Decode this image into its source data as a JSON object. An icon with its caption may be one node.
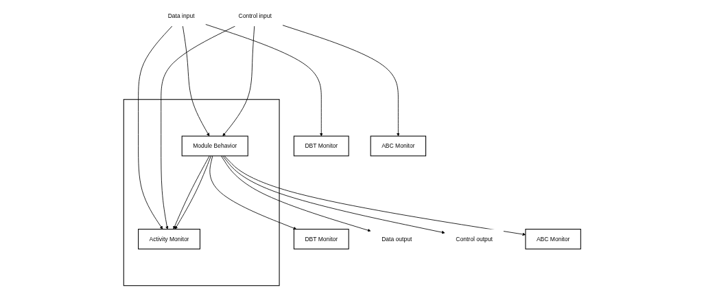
{
  "diagram": {
    "nodes": [
      {
        "text": [
          "DBT Monitor"
        ]
      },
      {
        "text": [
          "Data input"
        ]
      },
      {
        "text": [
          "Control input"
        ]
      },
      {
        "text": [
          "ABC Monitor"
        ]
      },
      {
        "text": [],
        "shape": "box"
      },
      {
        "text": [
          "Module Behavior"
        ],
        "in": 4
      },
      {
        "text": [
          "Activity Monitor"
        ],
        "in": 4
      },
      {
        "text": [
          "DBT Monitor"
        ]
      },
      {
        "text": [
          "Data output"
        ]
      },
      {
        "text": [
          "Control output"
        ]
      },
      {
        "text": [
          "ABC Monitor"
        ]
      }
    ],
    "edges": [
      {
        "from": 1,
        "to": 5,
        "arrow": "to"
      },
      {
        "from": 1,
        "to": 0,
        "arrow": "to"
      },
      {
        "from": 1,
        "to": 6,
        "arrow": "to"
      },
      {
        "from": 2,
        "to": 5,
        "arrow": "to"
      },
      {
        "from": 2,
        "to": 3,
        "arrow": "to"
      },
      {
        "from": 2,
        "to": 6,
        "arrow": "to"
      },
      {
        "from": 5,
        "to": 8,
        "arrow": "to"
      },
      {
        "from": 5,
        "to": 7,
        "arrow": "to"
      },
      {
        "from": 5,
        "to": 6,
        "arrow": "to"
      },
      {
        "from": 5,
        "to": 9,
        "arrow": "to"
      },
      {
        "from": 5,
        "to": 10,
        "arrow": "to"
      },
      {
        "from": 5,
        "to": 6,
        "arrow": "to"
      }
    ]
  }
}
